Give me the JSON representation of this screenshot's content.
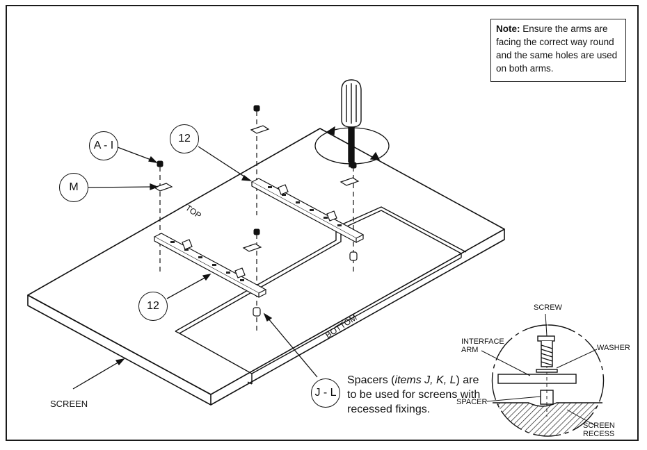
{
  "note": {
    "bold": "Note:",
    "text": " Ensure the arms are facing the correct way round and the same holes are used on both arms."
  },
  "callouts": {
    "a_i": "A - I",
    "m": "M",
    "arm_top": "12",
    "arm_bottom": "12",
    "j_l": "J - L"
  },
  "labels": {
    "top": "TOP",
    "bottom": "BOTTOM",
    "screen": "SCREEN"
  },
  "spacer_note": {
    "prefix": "Spacers (",
    "italic": "items J, K, L",
    "suffix": ") are to be used for screens with recessed fixings."
  },
  "detail": {
    "screw": "SCREW",
    "interface_arm_1": "INTERFACE",
    "interface_arm_2": "ARM",
    "washer": "WASHER",
    "spacer": "SPACER",
    "screen_recess_1": "SCREEN",
    "screen_recess_2": "RECESS"
  }
}
